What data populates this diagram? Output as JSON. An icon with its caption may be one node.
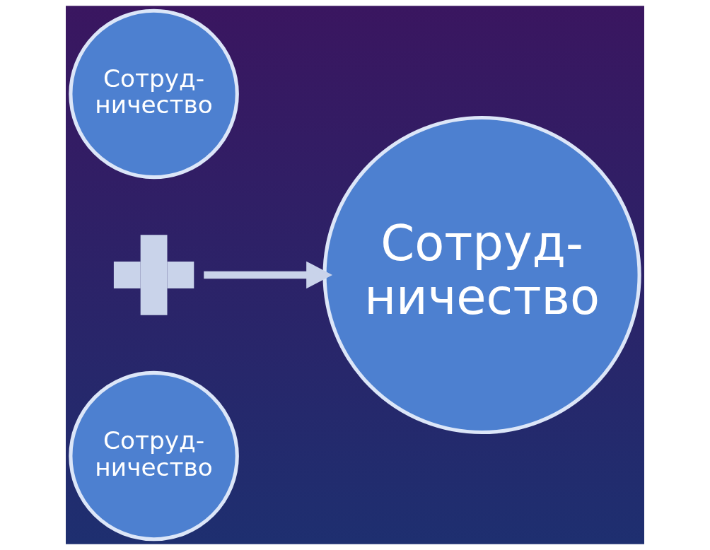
{
  "diagram": {
    "nodes": [
      {
        "text": [
          "Сотруд- ничество"
        ]
      },
      {
        "text": [],
        "shape": "plus"
      },
      {
        "text": [
          "Сотруд- ничество"
        ]
      },
      {
        "text": [
          "Сотруд- ничество"
        ]
      }
    ],
    "edges": [
      {
        "from": 1,
        "to": 3,
        "arrow": "to"
      }
    ]
  }
}
